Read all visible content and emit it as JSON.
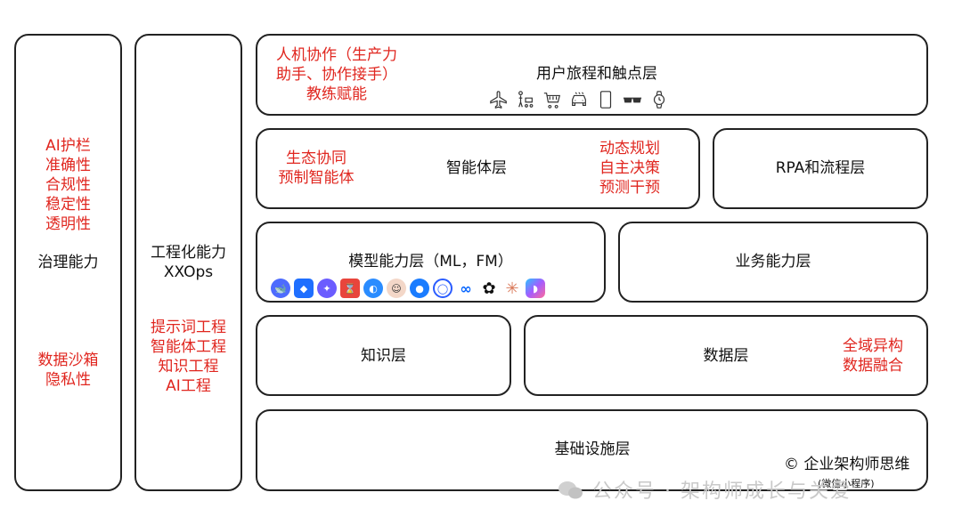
{
  "left_panel": {
    "red_lines_top": [
      "AI护栏",
      "准确性",
      "合规性",
      "稳定性",
      "透明性"
    ],
    "title": "治理能力",
    "red_lines_bottom": [
      "数据沙箱",
      "隐私性"
    ]
  },
  "mid_panel": {
    "title_lines": [
      "工程化能力",
      "XXOps"
    ],
    "red_lines": [
      "提示词工程",
      "智能体工程",
      "知识工程",
      "AI工程"
    ]
  },
  "layers": {
    "journey": {
      "title": "用户旅程和触点层",
      "red_lines": [
        "人机协作（生产力",
        "助手、协作接手）",
        "教练赋能"
      ],
      "icons": [
        "airplane-icon",
        "family-stroller-icon",
        "shopping-cart-icon",
        "car-icon",
        "smartphone-icon",
        "sunglasses-icon",
        "watch-icon"
      ]
    },
    "agent": {
      "title": "智能体层",
      "red_left": [
        "生态协同",
        "预制智能体"
      ],
      "red_right": [
        "动态规划",
        "自主决策",
        "预测干预"
      ]
    },
    "rpa": {
      "title": "RPA和流程层"
    },
    "model": {
      "title": "模型能力层（ML，FM）",
      "logos": [
        "deepseek-logo",
        "hunyuan-logo",
        "qwen-logo",
        "kimi-logo",
        "wenxin-logo",
        "avatar-logo",
        "doubao-logo",
        "spark-logo",
        "meta-logo",
        "openai-logo",
        "claude-logo",
        "copilot-logo"
      ]
    },
    "business": {
      "title": "业务能力层"
    },
    "knowledge": {
      "title": "知识层"
    },
    "data": {
      "title": "数据层",
      "red_lines": [
        "全域异构",
        "数据融合"
      ]
    },
    "infra": {
      "title": "基础设施层"
    }
  },
  "footer": {
    "copyright": "© 企业架构师思维",
    "mini_program": "(微信小程序)",
    "watermark": "公众号 · 架构师成长与关爱"
  },
  "colors": {
    "accent_red": "#e0261f",
    "border": "#222222"
  }
}
